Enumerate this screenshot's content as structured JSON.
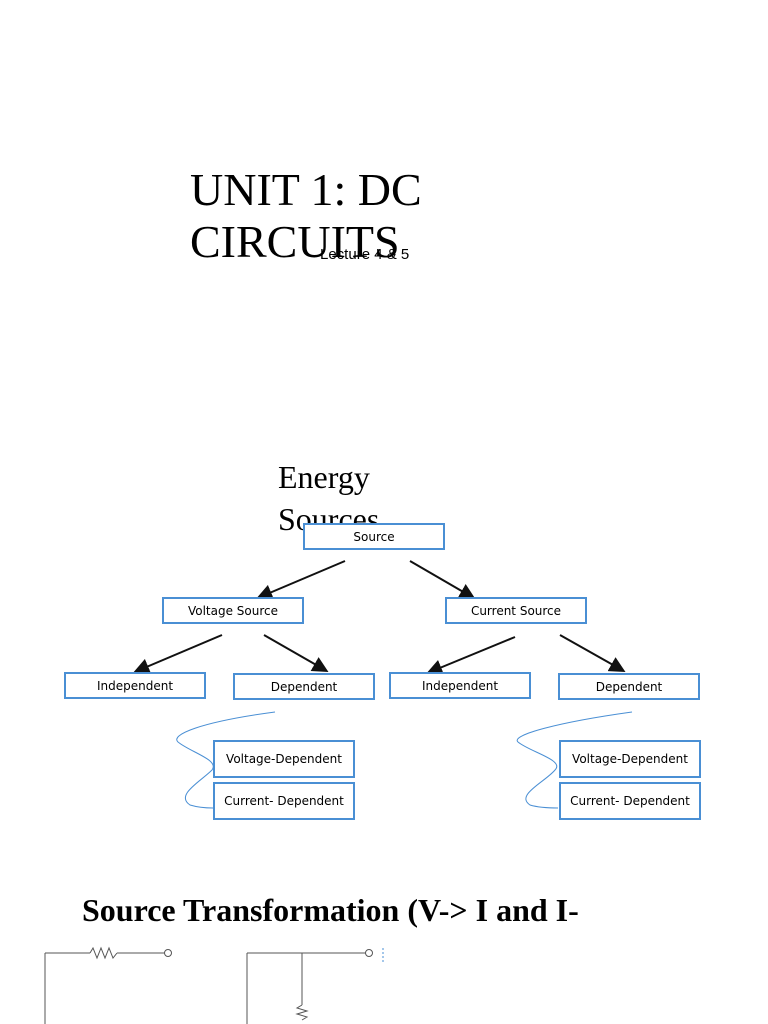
{
  "slide1": {
    "title_line1": "UNIT 1: DC",
    "title_line2": "CIRCUITS",
    "subtitle": "Lecture 4 & 5"
  },
  "slide2": {
    "title_line1": "Energy",
    "title_line2": "Sources",
    "tree": {
      "root": "Source",
      "voltage": "Voltage Source",
      "current": "Current Source",
      "v_independent": "Independent",
      "v_dependent": "Dependent",
      "c_independent": "Independent",
      "c_dependent": "Dependent",
      "v_dep_voltage": "Voltage-Dependent",
      "v_dep_current": "Current- Dependent",
      "c_dep_voltage": "Voltage-Dependent",
      "c_dep_current": "Current- Dependent"
    },
    "colors": {
      "box_border": "#4a8fd4",
      "arrow": "#111111"
    }
  },
  "slide3": {
    "title": "Source Transformation  (V-> I and I-"
  }
}
